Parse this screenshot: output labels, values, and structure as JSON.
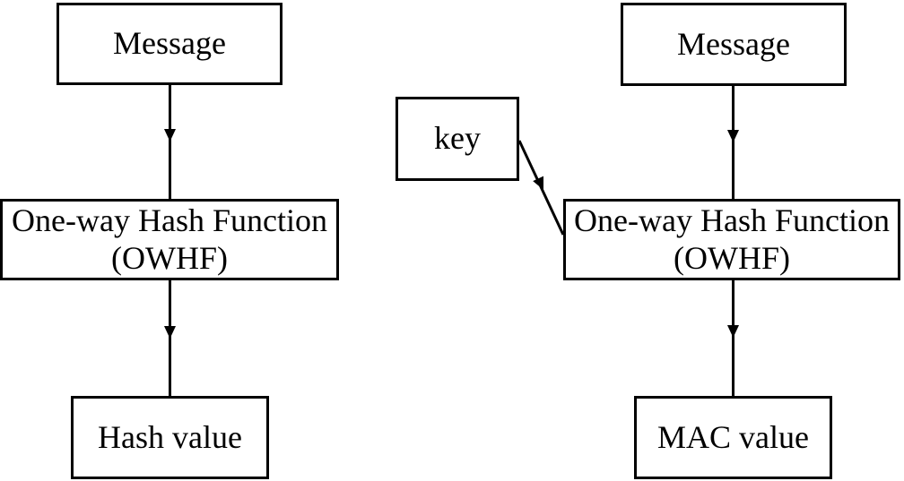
{
  "diagram": {
    "background": "#ffffff",
    "stroke_color": "#000000",
    "left_flow": {
      "message_label": "Message",
      "hash_function_label_line1": "One-way Hash Function",
      "hash_function_label_line2": "(OWHF)",
      "result_label": "Hash value"
    },
    "right_flow": {
      "message_label": "Message",
      "key_label": "key",
      "hash_function_label_line1": "One-way Hash Function",
      "hash_function_label_line2": "(OWHF)",
      "result_label": "MAC value"
    }
  }
}
